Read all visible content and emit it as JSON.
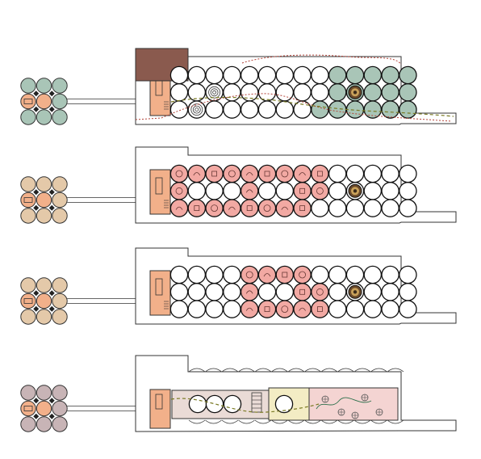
{
  "diagram": {
    "kind": "architectural floor-plan sequence",
    "panel_count": 4,
    "grid": {
      "rows": 3,
      "columns": 14
    },
    "mini_grid": {
      "rows": 3,
      "columns": 3
    }
  },
  "panels": [
    {
      "id": "plan-1",
      "mini_fill": "#a9c5b7",
      "mini_center_fill": "#f2b08a",
      "room_fill": "#8a5a4e",
      "highlight_fill": "#a9c5b7",
      "highlighted_cells": [
        [
          0,
          9
        ],
        [
          0,
          10
        ],
        [
          0,
          11
        ],
        [
          0,
          12
        ],
        [
          0,
          13
        ],
        [
          1,
          9
        ],
        [
          1,
          10
        ],
        [
          1,
          11
        ],
        [
          1,
          12
        ],
        [
          1,
          13
        ],
        [
          2,
          8
        ],
        [
          2,
          9
        ],
        [
          2,
          10
        ],
        [
          2,
          11
        ],
        [
          2,
          12
        ],
        [
          2,
          13
        ]
      ],
      "ring_cells": [
        [
          1,
          2
        ],
        [
          2,
          1
        ]
      ],
      "feature_cell": [
        1,
        10
      ],
      "paths": [
        "red-dotted",
        "olive-dashed"
      ]
    },
    {
      "id": "plan-2",
      "mini_fill": "#e4c9a9",
      "mini_center_fill": "#f2b08a",
      "highlight_fill": "#f2a9a3",
      "highlighted_cells": [
        [
          0,
          0
        ],
        [
          0,
          1
        ],
        [
          0,
          2
        ],
        [
          0,
          3
        ],
        [
          0,
          4
        ],
        [
          0,
          5
        ],
        [
          0,
          6
        ],
        [
          0,
          7
        ],
        [
          0,
          8
        ],
        [
          1,
          0
        ],
        [
          1,
          4
        ],
        [
          1,
          7
        ],
        [
          1,
          8
        ],
        [
          2,
          0
        ],
        [
          2,
          1
        ],
        [
          2,
          2
        ],
        [
          2,
          3
        ],
        [
          2,
          4
        ],
        [
          2,
          5
        ],
        [
          2,
          6
        ],
        [
          2,
          7
        ]
      ],
      "feature_cell": [
        1,
        10
      ]
    },
    {
      "id": "plan-3",
      "mini_fill": "#e4c9a9",
      "mini_center_fill": "#f2b08a",
      "highlight_fill": "#f2a9a3",
      "highlighted_cells": [
        [
          0,
          4
        ],
        [
          0,
          5
        ],
        [
          0,
          6
        ],
        [
          0,
          7
        ],
        [
          1,
          4
        ],
        [
          1,
          7
        ],
        [
          1,
          8
        ],
        [
          2,
          4
        ],
        [
          2,
          5
        ],
        [
          2,
          6
        ],
        [
          2,
          7
        ],
        [
          2,
          8
        ]
      ],
      "feature_cell": [
        1,
        10
      ]
    },
    {
      "id": "plan-4",
      "mini_fill": "#c8b4b6",
      "mini_center_fill": "#f2b08a",
      "zones": [
        {
          "name": "left",
          "fill": "#eadbd6"
        },
        {
          "name": "middle",
          "fill": "#f3ecc4"
        },
        {
          "name": "right",
          "fill": "#f4d4d2"
        }
      ],
      "paths": [
        "olive-dashed"
      ]
    }
  ]
}
